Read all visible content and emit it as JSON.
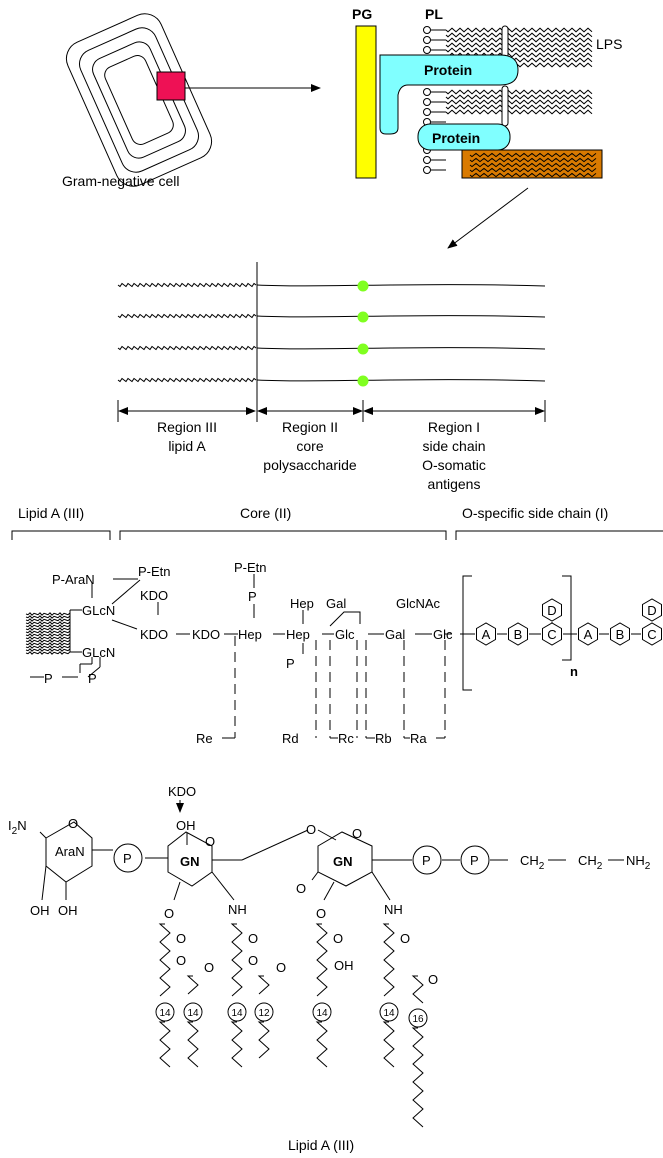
{
  "cell": {
    "caption": "Gram-negative cell"
  },
  "membrane": {
    "pg_label": "PG",
    "pl_label": "PL",
    "lps_label": "LPS",
    "protein_top": "Protein",
    "protein_bottom": "Protein",
    "colors": {
      "pg": "#ffff00",
      "protein": "#80ffff",
      "lps_block": "#d97a00",
      "cell_marker": "#ee1155",
      "green_dot": "#80ff20"
    }
  },
  "regions": {
    "region3_line1": "Region III",
    "region3_line2": "lipid A",
    "region2_line1": "Region II",
    "region2_line2": "core",
    "region2_line3": "polysaccharide",
    "region1_line1": "Region I",
    "region1_line2": "side chain",
    "region1_line3": "O-somatic",
    "region1_line4": "antigens"
  },
  "structure": {
    "lipid_a_header": "Lipid A (III)",
    "core_header": "Core (II)",
    "o_chain_header": "O-specific side chain (I)",
    "p_aran": "P-AraN",
    "p_etn_1": "P-Etn",
    "glcn_top": "GLcN",
    "glcn_bottom": "GLcN",
    "kdo_top": "KDO",
    "kdo_mid": "KDO",
    "kdo_chain": "KDO",
    "p_chain": "P",
    "p_left": "P",
    "p_right": "P",
    "p_etn_2": "P-Etn",
    "p_above_hep": "P",
    "hep_1": "Hep",
    "hep_top": "Hep",
    "hep_2": "Hep",
    "p_below_hep": "P",
    "gal_top": "Gal",
    "glc_1": "Glc",
    "gal_2": "Gal",
    "glcnac": "GlcNAc",
    "glc_2": "Glc",
    "unit_a": "A",
    "unit_b": "B",
    "unit_c": "C",
    "unit_d": "D",
    "repeat_n": "n",
    "cut_re": "Re",
    "cut_rd": "Rd",
    "cut_rc": "Rc",
    "cut_rb": "Rb",
    "cut_ra": "Ra"
  },
  "lipid_a": {
    "kdo": "KDO",
    "oh_top": "OH",
    "i2n": "I",
    "i2n_sub": "2",
    "i2n_n": "N",
    "aran": "AraN",
    "o_ring": "O",
    "oh_1": "OH",
    "oh_2": "OH",
    "p1": "P",
    "p2": "P",
    "p3": "P",
    "gn_left": "GN",
    "gn_right": "GN",
    "o_bridge": "O",
    "o_ring_left": "O",
    "o_ring_right": "O",
    "o_side": "O",
    "nh_left": "NH",
    "nh_right": "NH",
    "ch2_1": "CH",
    "ch2_1_sub": "2",
    "ch2_2": "CH",
    "ch2_2_sub": "2",
    "nh2": "NH",
    "nh2_sub": "2",
    "o_chains": "O",
    "oh_chain": "OH",
    "chain_14": "14",
    "chain_12": "12",
    "chain_16": "16",
    "caption": "Lipid A (III)"
  }
}
